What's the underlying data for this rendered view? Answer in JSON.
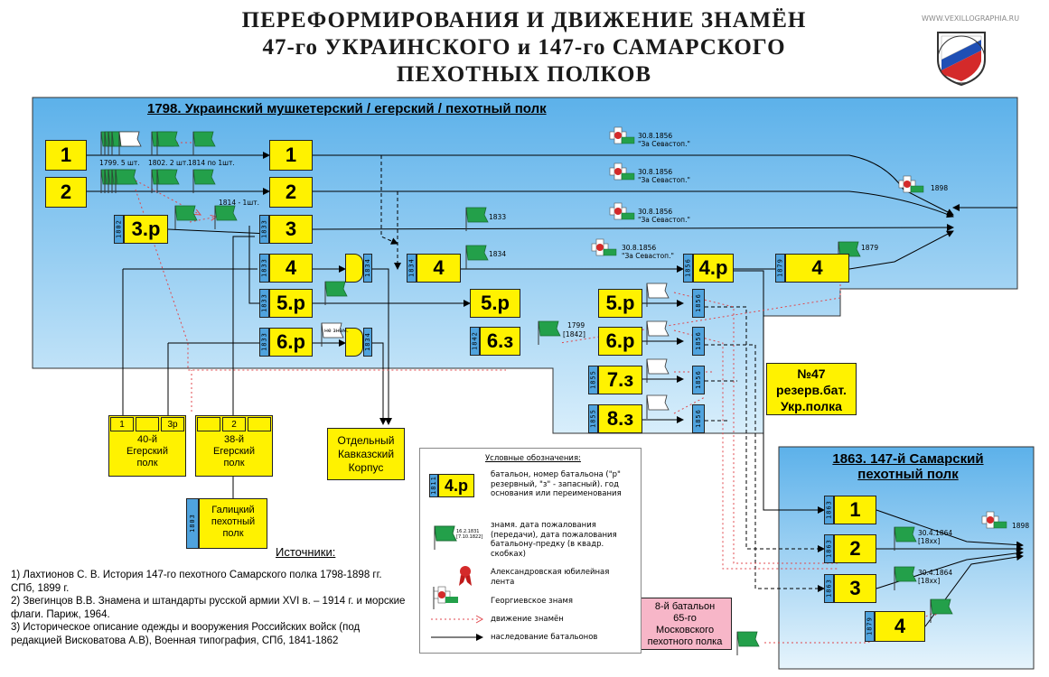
{
  "title": {
    "line1": "ПЕРЕФОРМИРОВАНИЯ  И  ДВИЖЕНИЕ ЗНАМЁН",
    "line2": "47-го УКРАИНСКОГО  и 147-го САМАРСКОГО",
    "line3": "ПЕХОТНЫХ ПОЛКОВ"
  },
  "site": "WWW.VEXILLOGRAPHIA.RU",
  "emblem": {
    "icon": "vexillographia-emblem-icon"
  },
  "regions": {
    "ukr": {
      "title": "1798. Украинский мушкетерский / егерский / пехотный полк",
      "color": "#7fc4ee"
    },
    "sam": {
      "title_line1": "1863. 147-й Самарский",
      "title_line2": "пехотный полк",
      "color": "#7fc4ee"
    }
  },
  "battalions": {
    "b1_start": "1",
    "b2_start": "2",
    "b1": "1",
    "b2": "2",
    "b3r": "3.р",
    "b3": "3",
    "b4": "4",
    "b5r": "5.р",
    "b6r": "6.р",
    "b4_1834": "4",
    "b5r_mid": "5.р",
    "b6z": "6.з",
    "b4r_1856": "4.р",
    "b4_1879": "4",
    "b5r_late": "5.р",
    "b6r_late": "6.р",
    "b7z": "7.з",
    "b8z": "8.з",
    "s1": "1",
    "s2": "2",
    "s3": "3",
    "s4": "4"
  },
  "strips": {
    "s1802": "1802",
    "s1833a": "1833",
    "s1833b": "1833",
    "s1833c": "1833",
    "s1833d": "1833",
    "s1834a": "1834",
    "s1834b": "1834",
    "s1834c": "1834",
    "s1842": "1842",
    "s1855a": "1855",
    "s1855b": "1855",
    "s1856a": "1856",
    "s1856b": "1856",
    "s1856c": "1856",
    "s1856d": "1856",
    "s1856e": "1856",
    "s1879a": "1879",
    "s1879b": "1879",
    "s1863a": "1863",
    "s1863b": "1863",
    "s1863c": "1863",
    "s1803": "1803"
  },
  "notes": {
    "n1799": "1799. 5 шт.",
    "n1802": "1802. 2 шт.",
    "n1814a": "1814 по 1шт.",
    "n1814b": "1814 - 1шт.",
    "n1833": "1833",
    "n1834": "1834",
    "n1879": "1879",
    "n1898a": "1898",
    "n1898b": "1898",
    "n1799b": "1799",
    "n1842": "[1842]",
    "sev1_date": "30.8.1856",
    "sev1_text": "\"За Севастоп.\"",
    "sev2_date": "30.8.1856",
    "sev2_text": "\"За Севастоп.\"",
    "sev3_date": "30.8.1856",
    "sev3_text": "\"За Севастоп.\"",
    "sev4_date": "30.8.1856",
    "sev4_text": "\"За Севастоп.\"",
    "s2_date": "30.4.1864",
    "s2_bracket": "[18xx]",
    "s3_date": "30.4.1864",
    "s3_bracket": "[18xx]",
    "no_flag": "не знам."
  },
  "boxes": {
    "reserve": {
      "line1": "№47",
      "line2": "резерв.бат.",
      "line3": "Укр.полка"
    },
    "eg40": {
      "mini1": "1",
      "mini2": "3р",
      "line1": "40-й",
      "line2": "Егерский",
      "line3": "полк"
    },
    "eg38": {
      "mini1": "2",
      "line1": "38-й",
      "line2": "Егерский",
      "line3": "полк"
    },
    "kavkaz": {
      "line1": "Отдельный",
      "line2": "Кавказский",
      "line3": "Корпус"
    },
    "galich": {
      "line1": "Галицкий",
      "line2": "пехотный",
      "line3": "полк"
    },
    "mosk": {
      "line1": "8-й батальон",
      "line2": "65-го",
      "line3": "Московского",
      "line4": "пехотного полка"
    }
  },
  "legend": {
    "title": "Условные обозначения:",
    "sample_battalion": "4.р",
    "sample_strip": "1811",
    "battalion_text": "батальон, номер батальона (\"р\" резервный, \"з\" - запасный). год основания или переименования",
    "flag_mini_date": "16.2.1831",
    "flag_mini_bracket": "[7.10.1822]",
    "flag_text": "знамя.  дата пожалования (передачи), дата пожалования батальону-предку (в квадр. скобках)",
    "ribbon_text": "Александровская юбилейная лента",
    "georgian_text": "Георгиевское знамя",
    "flag_move_text": "движение знамён",
    "inherit_text": "наследование батальонов"
  },
  "sources": {
    "title": "Источники:",
    "items": [
      "1)  Лахтионов С. В.  История 147-го пехотного Самарского полка 1798-1898 гг.  СПб, 1899 г.",
      "2)  Звегинцов В.В. Знамена и штандарты русской армии XVI в. – 1914 г. и морские флаги. Париж, 1964.",
      "3)  Историческое описание одежды и вооружения Российских войск (под редакцией Висковатова А.В),  Военная типография, СПб, 1841-1862"
    ]
  },
  "colors": {
    "battalion": "#fff200",
    "strip": "#4fa3de",
    "flag": "#23a04a",
    "flag_white": "#ffffff",
    "move": "#e0474c",
    "inherit": "#000000",
    "box_pink": "#f7b6c8"
  }
}
